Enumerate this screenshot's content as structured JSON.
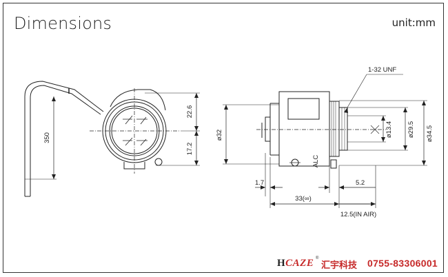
{
  "header": {
    "title": "Dimensions",
    "unit": "unit:mm"
  },
  "dimensions": {
    "cable_length": "350",
    "front_upper": "22.6",
    "front_lower": "17.2",
    "body_diameter": "ø32",
    "thread": "1-32 UNF",
    "inner_diameter": "ø13.4",
    "mount_diameter": "ø29.5",
    "outer_diameter": "ø34.5",
    "alc_label": "ALC",
    "offset_left": "1.7",
    "offset_right": "5.2",
    "length": "33(∞)",
    "back_focus": "12.5(IN AIR)"
  },
  "footer": {
    "brand_prefix": "H",
    "brand_accent": "CAZE",
    "registered": "®",
    "company_cn": "汇宇科技",
    "phone": "0755-83306001"
  },
  "colors": {
    "line": "#222222",
    "brand_red": "#c62828"
  }
}
